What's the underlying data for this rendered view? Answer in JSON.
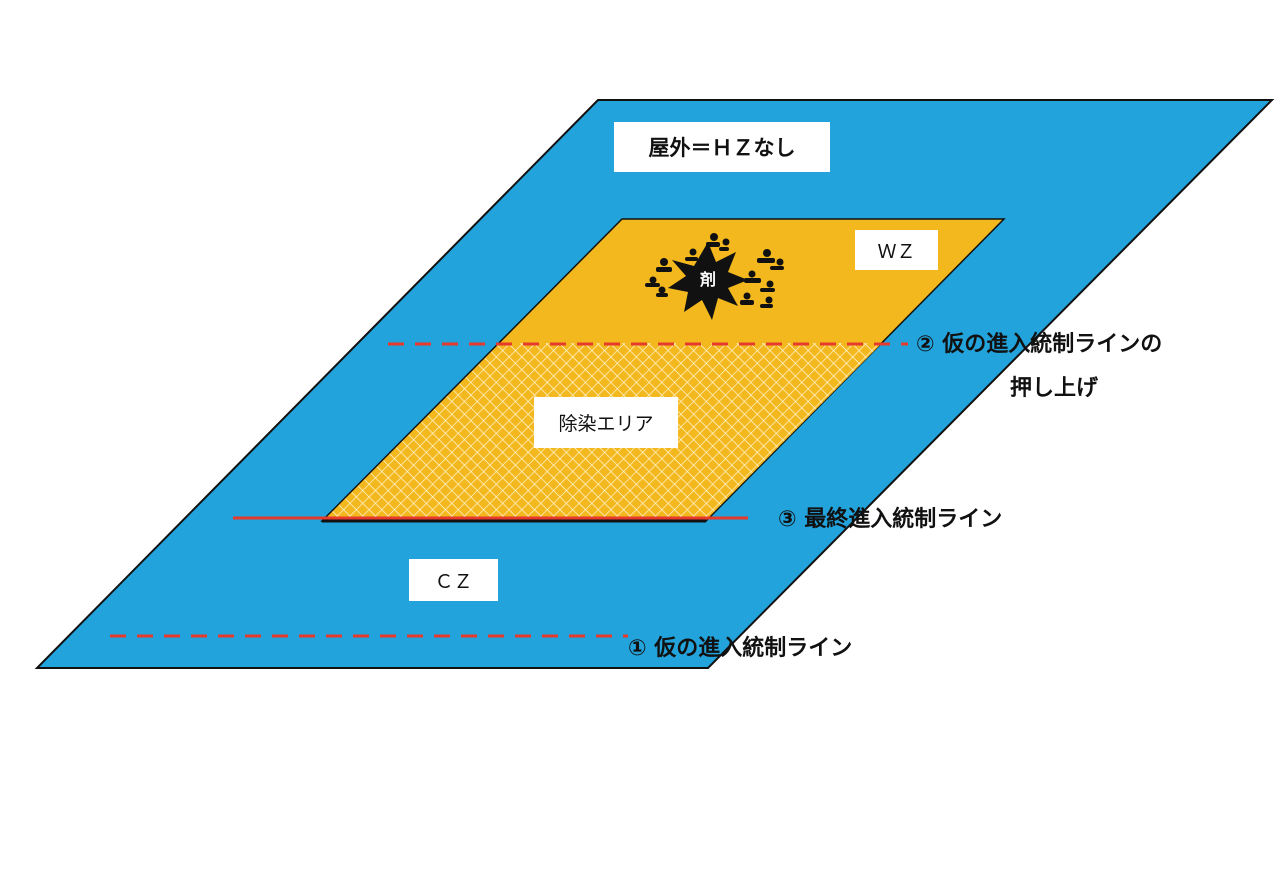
{
  "colors": {
    "outdoor_zone": "#22a3dc",
    "warm_zone": "#f3b81d",
    "control_line": "#e53a2c",
    "outline": "#111111",
    "box": "#ffffff"
  },
  "zones": {
    "outdoor": "屋外＝ＨＺなし",
    "warm": "ＷＺ",
    "decontamination": "除染エリア",
    "cold": "ＣＺ"
  },
  "hazard": {
    "icon": "explosion-icon",
    "label": "剤",
    "figures_icon": "person-figures-icon"
  },
  "lines": {
    "first": "① 仮の進入統制ライン",
    "second_line1": "② 仮の進入統制ラインの",
    "second_line2": "押し上げ",
    "third": "③ 最終進入統制ライン"
  }
}
